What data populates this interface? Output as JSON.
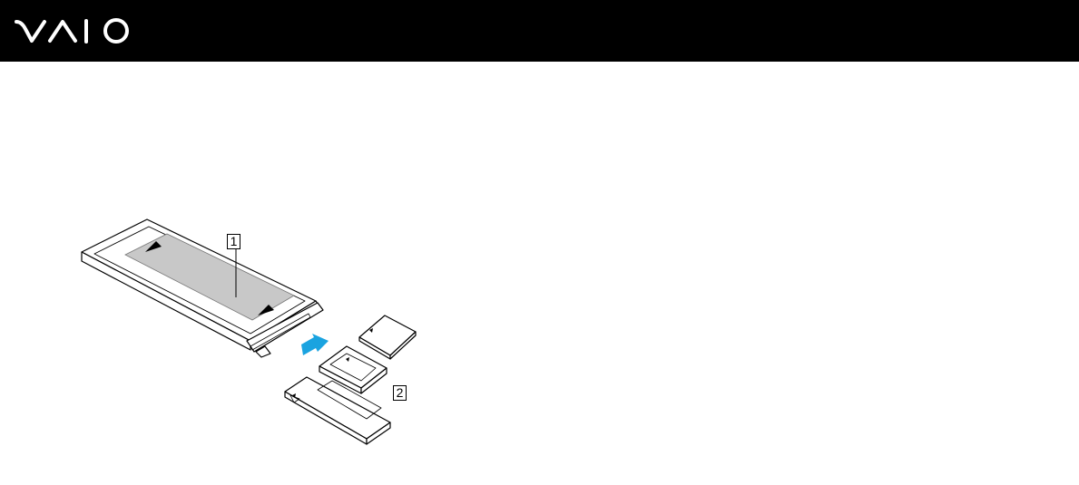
{
  "header": {
    "logo": "VAIO",
    "logo_icon": "vaio-logo",
    "background": "#000000",
    "logo_color": "#ffffff"
  },
  "figure": {
    "callouts": [
      {
        "label": "1"
      },
      {
        "label": "2"
      }
    ],
    "arrow_color": "#1aa3e0",
    "adapter_label_color": "#c8c8c8"
  }
}
